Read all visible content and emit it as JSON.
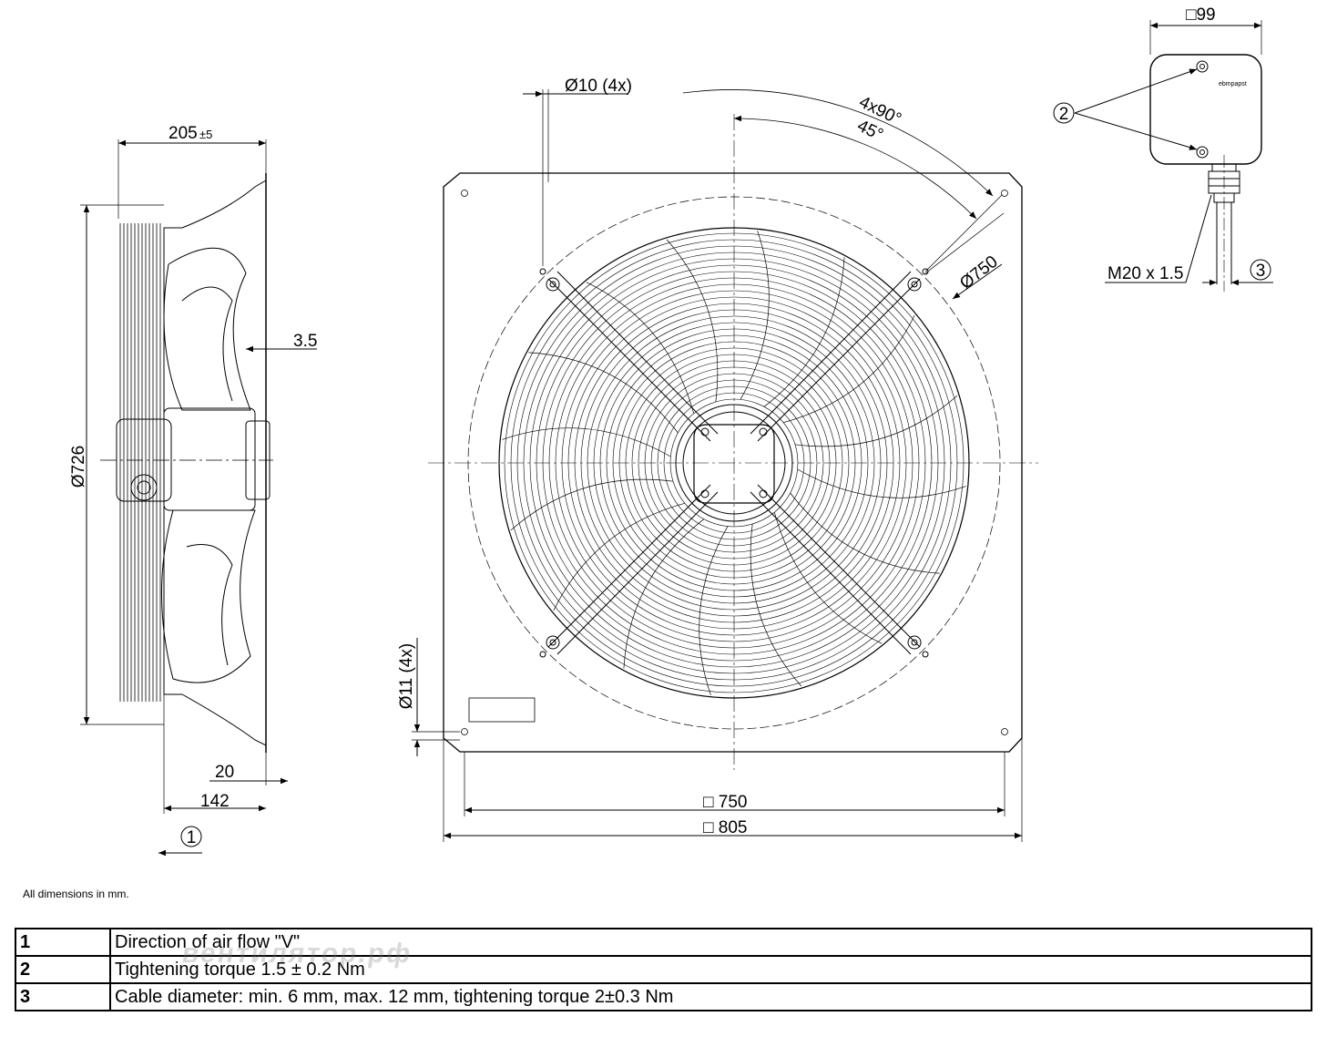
{
  "side_view": {
    "dim_width": "205",
    "dim_width_tol": "±5",
    "dim_diameter": "Ø726",
    "dim_gap": "3.5",
    "dim_flange": "20",
    "dim_depth": "142",
    "airflow_callout": "1"
  },
  "front_view": {
    "dim_holes_top": "Ø10 (4x)",
    "dim_angle_pitch": "4x90°",
    "dim_angle_offset": "45°",
    "dim_bolt_circle": "Ø750",
    "dim_holes_bottom": "Ø11 (4x)",
    "dim_inner_square": "□ 750",
    "dim_outer_square": "□ 805"
  },
  "terminal_box": {
    "dim_box": "□99",
    "screw_callout": "2",
    "cable_gland": "M20 x 1.5",
    "cable_callout": "3",
    "brand": "ebmpapst"
  },
  "footer_note": "All dimensions in mm.",
  "legend": [
    {
      "num": "1",
      "text": "Direction of air flow \"V\""
    },
    {
      "num": "2",
      "text": "Tightening torque 1.5 ± 0.2 Nm"
    },
    {
      "num": "3",
      "text": "Cable diameter: min. 6 mm, max. 12 mm, tightening torque 2±0.3 Nm"
    }
  ],
  "watermark": "вентилятор.рф"
}
